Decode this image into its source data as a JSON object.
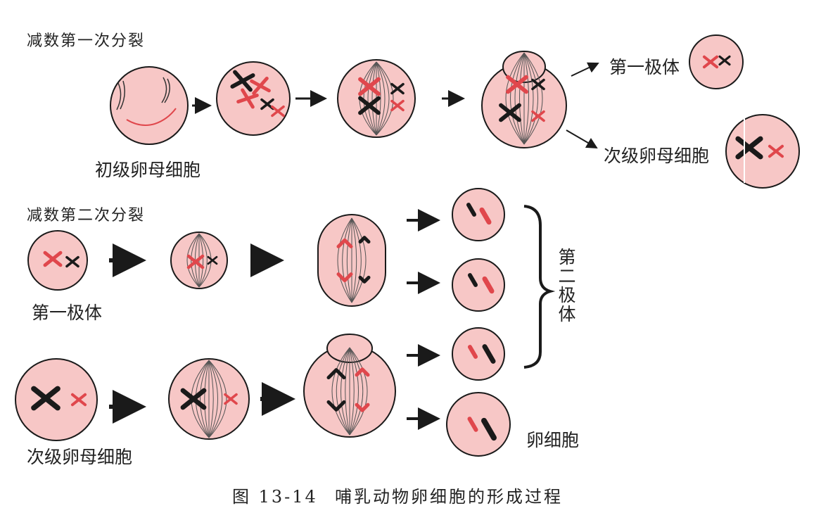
{
  "labels": {
    "meiosis1": "减数第一次分裂",
    "primary_oocyte": "初级卵母细胞",
    "first_polar_body_top": "第一极体",
    "secondary_oocyte_top": "次级卵母细胞",
    "meiosis2": "减数第二次分裂",
    "first_polar_body": "第一极体",
    "secondary_oocyte": "次级卵母细胞",
    "second_polar_body": "第二极体",
    "egg_cell": "卵细胞"
  },
  "caption": {
    "number": "图 13-14",
    "text": "哺乳动物卵细胞的形成过程"
  },
  "colors": {
    "cell_fill": "#f7c7c6",
    "cell_stroke": "#1a1a1a",
    "chrom_red": "#e0474c",
    "chrom_black": "#1a1a1a"
  }
}
